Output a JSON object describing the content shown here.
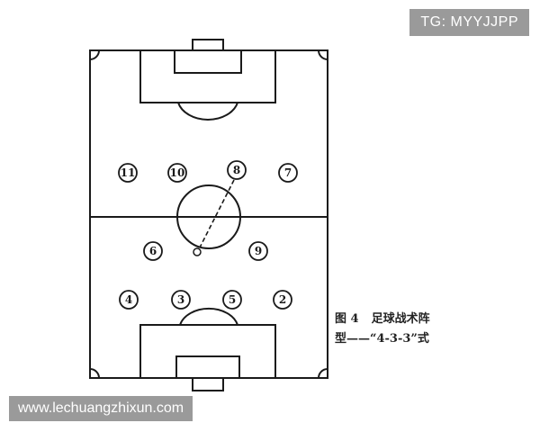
{
  "watermarks": {
    "top_right": "TG: MYYJJPP",
    "bottom_left": "www.lechuangzhixun.com"
  },
  "caption": {
    "figure": "图 4",
    "title": "足球战术阵",
    "line2": "型——“4-3-3”式"
  },
  "players": [
    "11",
    "10",
    "8",
    "7",
    "6",
    "9",
    "4",
    "3",
    "5",
    "2"
  ],
  "colors": {
    "line": "#1a1a1a",
    "watermark_bg": "#9a9a9a"
  }
}
